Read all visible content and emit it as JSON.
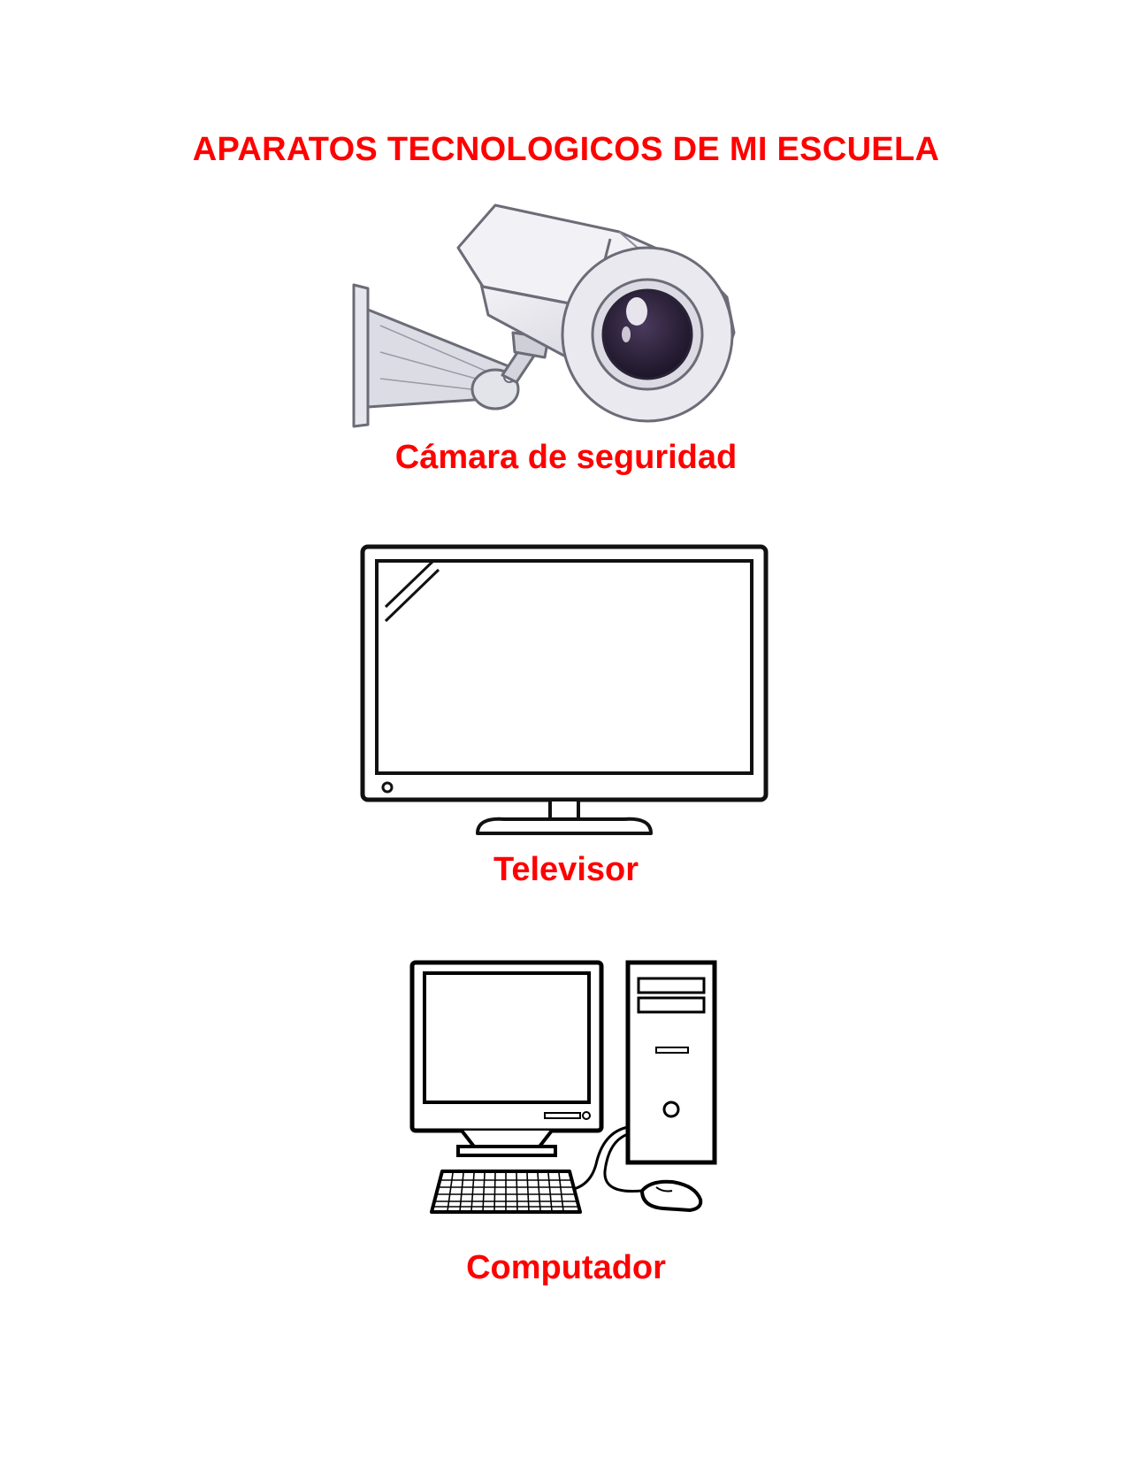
{
  "title": "APARATOS TECNOLOGICOS DE MI ESCUELA",
  "accent_color": "#ff0000",
  "items": [
    {
      "label": "Cámara de seguridad",
      "icon": "security-camera-icon"
    },
    {
      "label": "Televisor",
      "icon": "television-icon"
    },
    {
      "label": "Computador",
      "icon": "desktop-computer-icon"
    }
  ]
}
